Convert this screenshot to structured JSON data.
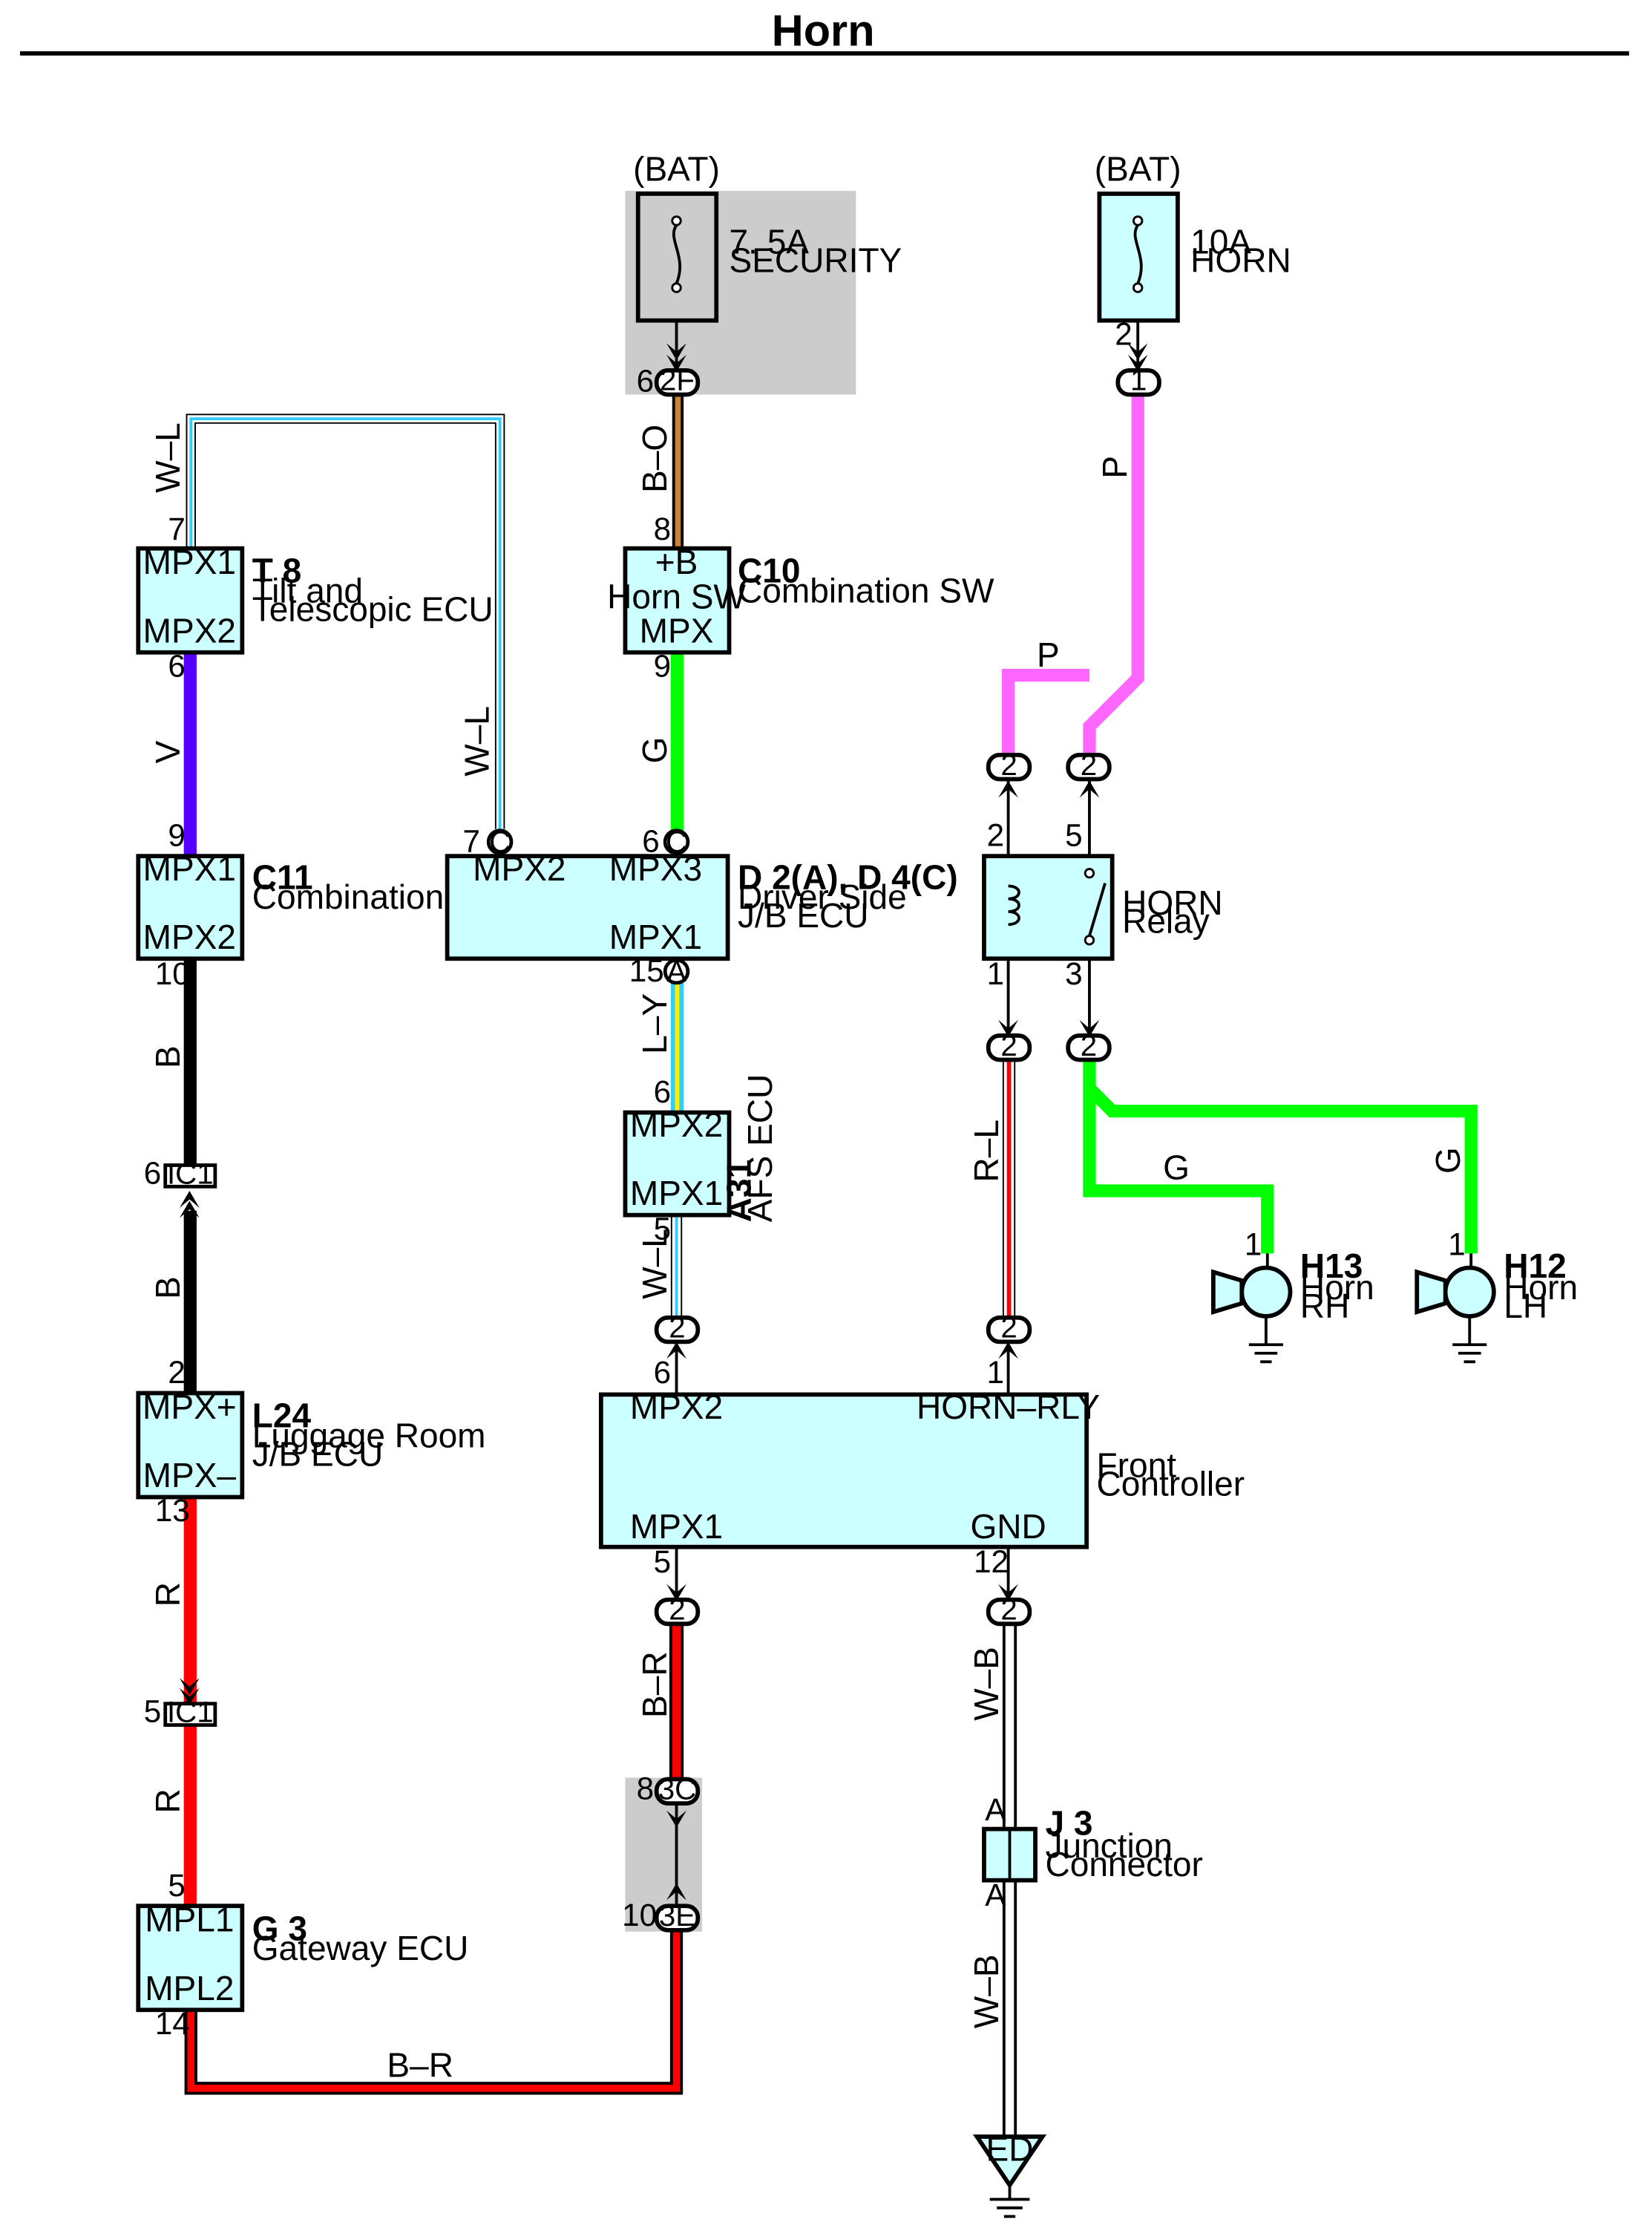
{
  "title": "Horn",
  "colors": {
    "box_fill": "#ccffff",
    "shade": "#cccccc",
    "wire_WL": "#33ccff",
    "wire_BO": "#c8813b",
    "wire_G": "#00ff00",
    "wire_V": "#5500ff",
    "wire_B": "#000000",
    "wire_R": "#ff0000",
    "wire_LY": "#ffee00",
    "wire_P": "#ff66ff"
  },
  "fuses": {
    "security": {
      "source": "(BAT)",
      "rating": "7. 5A",
      "name": "SECURITY"
    },
    "horn": {
      "source": "(BAT)",
      "rating": "10A",
      "name": "HORN"
    }
  },
  "components": {
    "t8": {
      "code": "T 8",
      "name1": "Tilt and",
      "name2": "Telescopic ECU",
      "pin_top": "MPX1",
      "pin_bottom": "MPX2"
    },
    "c10": {
      "code": "C10",
      "name": "Combination SW",
      "pin_top": "+B",
      "mid": "Horn SW",
      "pin_bottom": "MPX"
    },
    "c11": {
      "code": "C11",
      "name": "Combination SW",
      "pin_top": "MPX1",
      "pin_bottom": "MPX2"
    },
    "d2": {
      "code": "D 2(A), D 4(C)",
      "name1": "Driver Side",
      "name2": "J/B ECU",
      "pin_tl": "MPX2",
      "pin_tr": "MPX3",
      "pin_br": "MPX1"
    },
    "a31": {
      "code": "A31",
      "name": "AFS ECU",
      "pin_top": "MPX2",
      "pin_bottom": "MPX1"
    },
    "relay": {
      "name1": "HORN",
      "name2": "Relay"
    },
    "h13": {
      "code": "H13",
      "name1": "Horn",
      "name2": "RH"
    },
    "h12": {
      "code": "H12",
      "name1": "Horn",
      "name2": "LH"
    },
    "l24": {
      "code": "L24",
      "name1": "Luggage Room",
      "name2": "J/B ECU",
      "pin_top": "MPX+",
      "pin_bottom": "MPX–"
    },
    "fc": {
      "name1": "Front",
      "name2": "Controller",
      "pin_tl": "MPX2",
      "pin_tr": "HORN–RLY",
      "pin_bl": "MPX1",
      "pin_br": "GND"
    },
    "g3": {
      "code": "G 3",
      "name": "Gateway ECU",
      "pin_top": "MPL1",
      "pin_bottom": "MPL2"
    },
    "j3": {
      "code": "J 3",
      "name1": "Junction",
      "name2": "Connector",
      "pin_top": "A",
      "pin_bottom": "A"
    },
    "ground_ed": {
      "label": "ED"
    }
  },
  "connectors": {
    "c2f": "2F",
    "c1": "1",
    "c_c": "C",
    "c_a": "A",
    "c2": "2",
    "c_ic1": "IC1",
    "c3c": "3C",
    "c3e": "3E"
  },
  "wires": {
    "wl": "W–L",
    "bo": "B–O",
    "p": "P",
    "v": "V",
    "g": "G",
    "b": "B",
    "ly": "L–Y",
    "rl": "R–L",
    "r": "R",
    "br": "B–R",
    "wb": "W–B"
  },
  "pins": {
    "n1": "1",
    "n2": "2",
    "n3": "3",
    "n5": "5",
    "n6": "6",
    "n7": "7",
    "n8": "8",
    "n9": "9",
    "n10": "10",
    "n12": "12",
    "n13": "13",
    "n14": "14",
    "n15": "15"
  }
}
